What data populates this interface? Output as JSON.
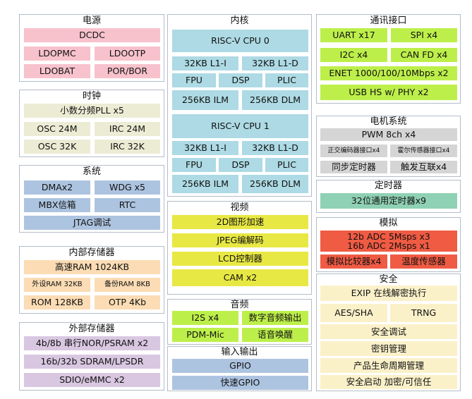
{
  "power": {
    "title": "电源",
    "dcdc": "DCDC",
    "ldopmc": "LDOPMC",
    "ldootp": "LDOOTP",
    "ldobat": "LDOBAT",
    "porbor": "POR/BOR"
  },
  "clock": {
    "title": "时钟",
    "pll": "小数分频PLL x5",
    "osc24m": "OSC 24M",
    "irc24m": "IRC 24M",
    "osc32k": "OSC 32K",
    "irc32k": "IRC 32K"
  },
  "system": {
    "title": "系统",
    "dma": "DMAx2",
    "wdg": "WDG x5",
    "mbx": "MBX信箱",
    "rtc": "RTC",
    "jtag": "JTAG调试"
  },
  "internal_memory": {
    "title": "内部存储器",
    "ram": "高速RAM 1024KB",
    "ext_ram": "外设RAM 32KB",
    "backup_ram": "备份RAM 8KB",
    "rom": "ROM 128KB",
    "otp": "OTP 4Kb"
  },
  "external_memory": {
    "title": "外部存储器",
    "nor": "4b/8b 串行NOR/PSRAM x2",
    "sdram": "16b/32b SDRAM/LPSDR",
    "sdio": "SDIO/eMMC x2"
  },
  "core": {
    "title": "内核",
    "cpu0": {
      "name": "RISC-V CPU 0",
      "l1i": "32KB L1-I",
      "l1d": "32KB L1-D",
      "fpu": "FPU",
      "dsp": "DSP",
      "plic": "PLIC",
      "ilm": "256KB ILM",
      "dlm": "256KB DLM"
    },
    "cpu1": {
      "name": "RISC-V CPU 1",
      "l1i": "32KB L1-I",
      "l1d": "32KB L1-D",
      "fpu": "FPU",
      "dsp": "DSP",
      "plic": "PLIC",
      "ilm": "256KB ILM",
      "dlm": "256KB DLM"
    }
  },
  "video": {
    "title": "视频",
    "g2d": "2D图形加速",
    "jpeg": "JPEG编解码",
    "lcd": "LCD控制器",
    "cam": "CAM x2"
  },
  "audio": {
    "title": "音频",
    "i2s": "I2S x4",
    "dao": "数字音频输出",
    "pdm": "PDM-Mic",
    "wake": "语音唤醒"
  },
  "io": {
    "title": "输入输出",
    "gpio": "GPIO",
    "fgpio": "快速GPIO"
  },
  "comm": {
    "title": "通讯接口",
    "uart": "UART x17",
    "spi": "SPI x4",
    "i2c": "I2C x4",
    "can": "CAN FD x4",
    "enet": "ENET 1000/100/10Mbps x2",
    "usb": "USB HS w/ PHY x2"
  },
  "motor": {
    "title": "电机系统",
    "pwm": "PWM 8ch x4",
    "qei": "正交编码器接口x4",
    "hall": "霍尔传感器接口x4",
    "sync": "同步定时器",
    "trigger": "触发互联x4"
  },
  "timer": {
    "title": "定时器",
    "gpt": "32位通用定时器x9"
  },
  "analog": {
    "title": "模拟",
    "adc12": "12b ADC 5Msps x3",
    "adc16": "16b ADC 2Msps x1",
    "acmp": "模拟比较器x4",
    "temp": "温度传感器"
  },
  "security": {
    "title": "安全",
    "exip": "EXIP 在线解密执行",
    "aes": "AES/SHA",
    "trng": "TRNG",
    "debug": "安全调试",
    "key": "密钥管理",
    "lifecycle": "产品生命周期管理",
    "boot": "安全启动 加密/可信任"
  }
}
